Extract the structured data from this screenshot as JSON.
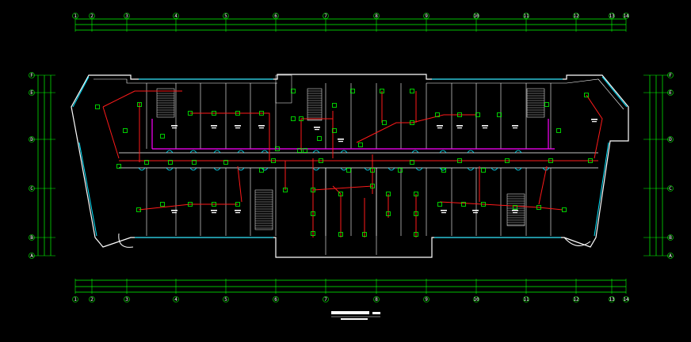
{
  "drawing": {
    "title": "",
    "subtitle": "",
    "colors": {
      "background": "#000000",
      "walls": "#ffffff",
      "glass": "#00e5ff",
      "grid": "#00ff00",
      "wiring": "#ff1a1a",
      "device": "#00ff00",
      "duct": "#ff00ff"
    }
  },
  "top_axis_labels": [
    "1",
    "2",
    "3",
    "4",
    "5",
    "6",
    "7",
    "8",
    "9",
    "10",
    "11",
    "12",
    "13",
    "14"
  ],
  "bottom_axis_labels": [
    "1",
    "2",
    "3",
    "4",
    "5",
    "6",
    "7",
    "8",
    "9",
    "10",
    "11",
    "12",
    "13",
    "14"
  ],
  "left_axis_labels": [
    "F",
    "E",
    "D",
    "C",
    "B",
    "A"
  ],
  "right_axis_labels": [
    "F",
    "E",
    "D",
    "C",
    "B",
    "A"
  ],
  "icons": [
    "grid-bubble-icon",
    "device-marker-icon",
    "fire-extinguisher-icon",
    "stair-icon"
  ]
}
